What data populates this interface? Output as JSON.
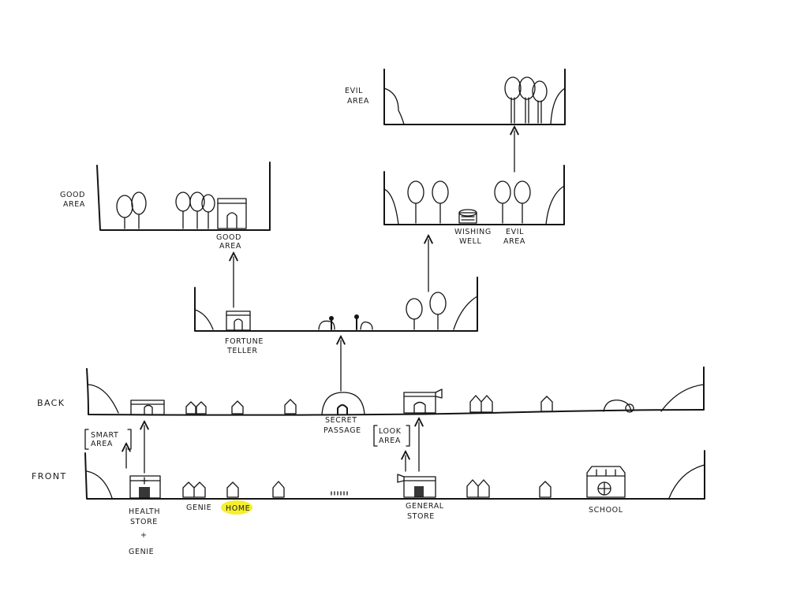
{
  "row_labels": {
    "back": "BACK",
    "front": "FRONT"
  },
  "side_labels": {
    "good_area": [
      "GOOD",
      "AREA"
    ],
    "evil_area": [
      "EVIL",
      "AREA"
    ]
  },
  "labels": {
    "good_area_sign": [
      "GOOD",
      "AREA"
    ],
    "fortune_teller": [
      "FORTUNE",
      "TELLER"
    ],
    "wishing_well": [
      "WISHING",
      "WELL"
    ],
    "evil_area_sign": [
      "EVIL",
      "AREA"
    ],
    "secret_passage": [
      "SECRET",
      "PASSAGE"
    ],
    "smart_area": [
      "SMART",
      "AREA"
    ],
    "look_area": [
      "LOOK",
      "AREA"
    ],
    "health_store": [
      "HEALTH",
      "STORE",
      "+",
      "GENIE"
    ],
    "genie": "GENIE",
    "home": "HOME",
    "general_store": [
      "GENERAL",
      "STORE"
    ],
    "school": "SCHOOL"
  },
  "colors": {
    "ink": "#141414",
    "highlight": "#f5ef2e",
    "paper": "#ffffff"
  }
}
